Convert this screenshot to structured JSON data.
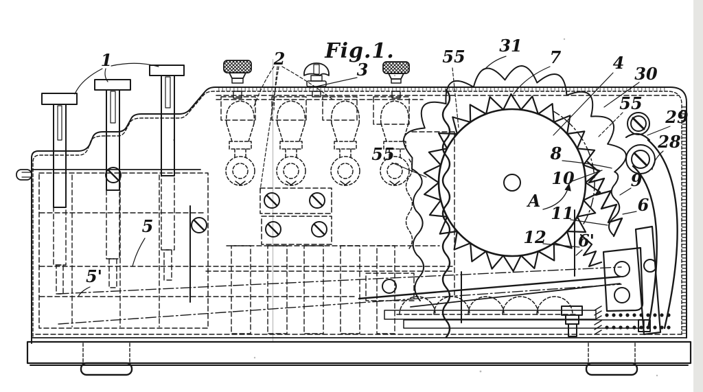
{
  "figure": {
    "title": "Fig.1.",
    "type": "patent-drawing",
    "colors": {
      "ink": "#181818",
      "paper": "#ffffff",
      "page_edge_shadow": "#e6e6e3",
      "scan_fold_line": "#a8a8a8"
    },
    "labels": {
      "n1": "1",
      "n2": "2",
      "n3": "3",
      "n4": "4",
      "n5": "5",
      "n5p": "5'",
      "n6": "6",
      "n6p": "6'",
      "n7": "7",
      "n8": "8",
      "n9": "9",
      "n10": "10",
      "n11": "11",
      "n12": "12",
      "n28": "28",
      "n29": "29",
      "n30": "30",
      "n31": "31",
      "n55a": "55",
      "n55b": "55",
      "n55c": "55",
      "nA": "A"
    }
  }
}
